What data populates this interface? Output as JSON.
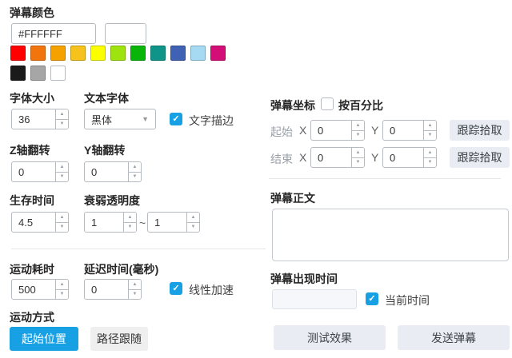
{
  "accent": "#17a0e3",
  "color_section": {
    "label": "弹幕颜色",
    "hex_value": "#FFFFFF",
    "palette_row1": [
      "#ff0000",
      "#f1750c",
      "#f5a100",
      "#f7c21c",
      "#fbff00",
      "#9fe30e",
      "#09b509",
      "#0e9488",
      "#4062b4",
      "#a6d9f2",
      "#d30f77"
    ],
    "palette_row2": [
      "#1a1a1a",
      "#a6a6a6",
      "#ffffff"
    ]
  },
  "font_section": {
    "size_label": "字体大小",
    "size_value": "36",
    "family_label": "文本字体",
    "family_value": "黑体",
    "stroke_label": "文字描边"
  },
  "rotation": {
    "z_label": "Z轴翻转",
    "z_value": "0",
    "y_label": "Y轴翻转",
    "y_value": "0"
  },
  "lifetime": {
    "label": "生存时间",
    "value": "4.5"
  },
  "fade": {
    "label": "衰弱透明度",
    "from": "1",
    "separator": "~",
    "to": "1"
  },
  "motion": {
    "duration_label": "运动耗时",
    "duration_value": "500",
    "delay_label": "延迟时间(毫秒)",
    "delay_value": "0",
    "linear_label": "线性加速",
    "mode_label": "运动方式",
    "mode_buttons": [
      {
        "label": "起始位置",
        "active": true
      },
      {
        "label": "路径跟随",
        "active": false
      }
    ]
  },
  "coords": {
    "label": "弹幕坐标",
    "percent_label": "按百分比",
    "rows": [
      {
        "name": "起始",
        "x_label": "X",
        "x_value": "0",
        "y_label": "Y",
        "y_value": "0",
        "pick_label": "跟踪拾取"
      },
      {
        "name": "结束",
        "x_label": "X",
        "x_value": "0",
        "y_label": "Y",
        "y_value": "0",
        "pick_label": "跟踪拾取"
      }
    ]
  },
  "content": {
    "label": "弹幕正文",
    "value": ""
  },
  "appear_time": {
    "label": "弹幕出现时间",
    "value": "",
    "current_label": "当前时间"
  },
  "actions": {
    "test_label": "测试效果",
    "send_label": "发送弹幕"
  }
}
